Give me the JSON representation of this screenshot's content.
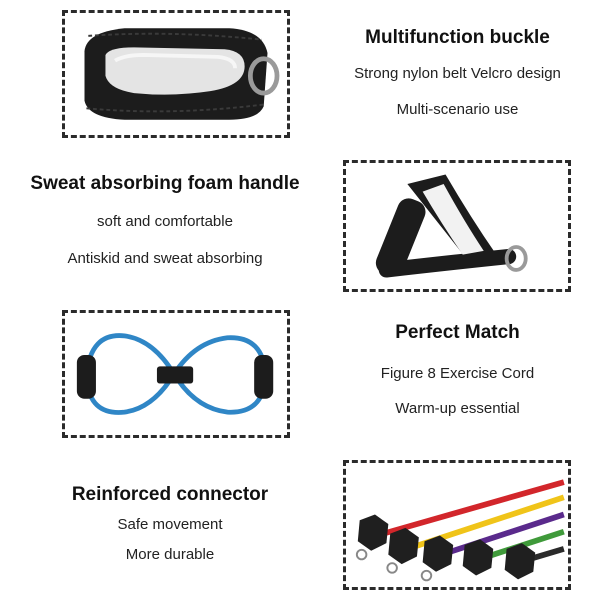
{
  "sections": [
    {
      "heading": "Multifunction buckle",
      "lines": [
        "Strong nylon belt Velcro design",
        "Multi-scenario use"
      ],
      "image_icon": "ankle-strap-icon"
    },
    {
      "heading": "Sweat absorbing foam handle",
      "lines": [
        "soft and comfortable",
        "Antiskid and sweat absorbing"
      ],
      "image_icon": "foam-handle-icon"
    },
    {
      "heading": "Perfect Match",
      "lines": [
        "Figure 8 Exercise Cord",
        "Warm-up essential"
      ],
      "image_icon": "figure-8-cord-icon"
    },
    {
      "heading": "Reinforced connector",
      "lines": [
        "Safe movement",
        "More durable"
      ],
      "image_icon": "band-connectors-icon"
    }
  ],
  "colors": {
    "frame_border": "#2b2b2b",
    "strap": "#1c1c1c",
    "ring": "#9a9a9a",
    "cord_blue": "#2f86c6",
    "band_red": "#d2262b",
    "band_yellow": "#f0c419",
    "band_purple": "#5a2a8c",
    "band_green": "#3f9a3a",
    "band_black": "#2a2a2a"
  }
}
